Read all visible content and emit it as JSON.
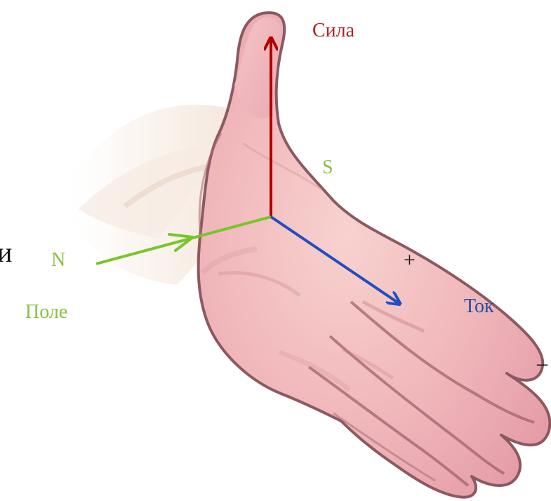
{
  "labels": {
    "force": "Сила",
    "south_pole": "S",
    "north_pole": "N",
    "field": "Поле",
    "plus": "+",
    "current": "Ток",
    "minus": "–",
    "cut_letter": "и"
  },
  "colors": {
    "force_arrow": "#b00000",
    "field_arrow": "#77c62a",
    "current_arrow": "#1f4fc0",
    "force_text": "#b42020",
    "field_text": "#8bbf43",
    "current_text": "#1f4ea8",
    "skin_fill": "#f1bcc0",
    "skin_shadow": "#d98c95",
    "outline": "#8b5960",
    "sleeve": "#f7ede6",
    "sign_text": "#111111"
  },
  "icons": {
    "hand": "right-hand-illustration",
    "force_arrow": "arrow-up",
    "field_arrow": "arrow-right",
    "current_arrow": "arrow-down-right"
  }
}
